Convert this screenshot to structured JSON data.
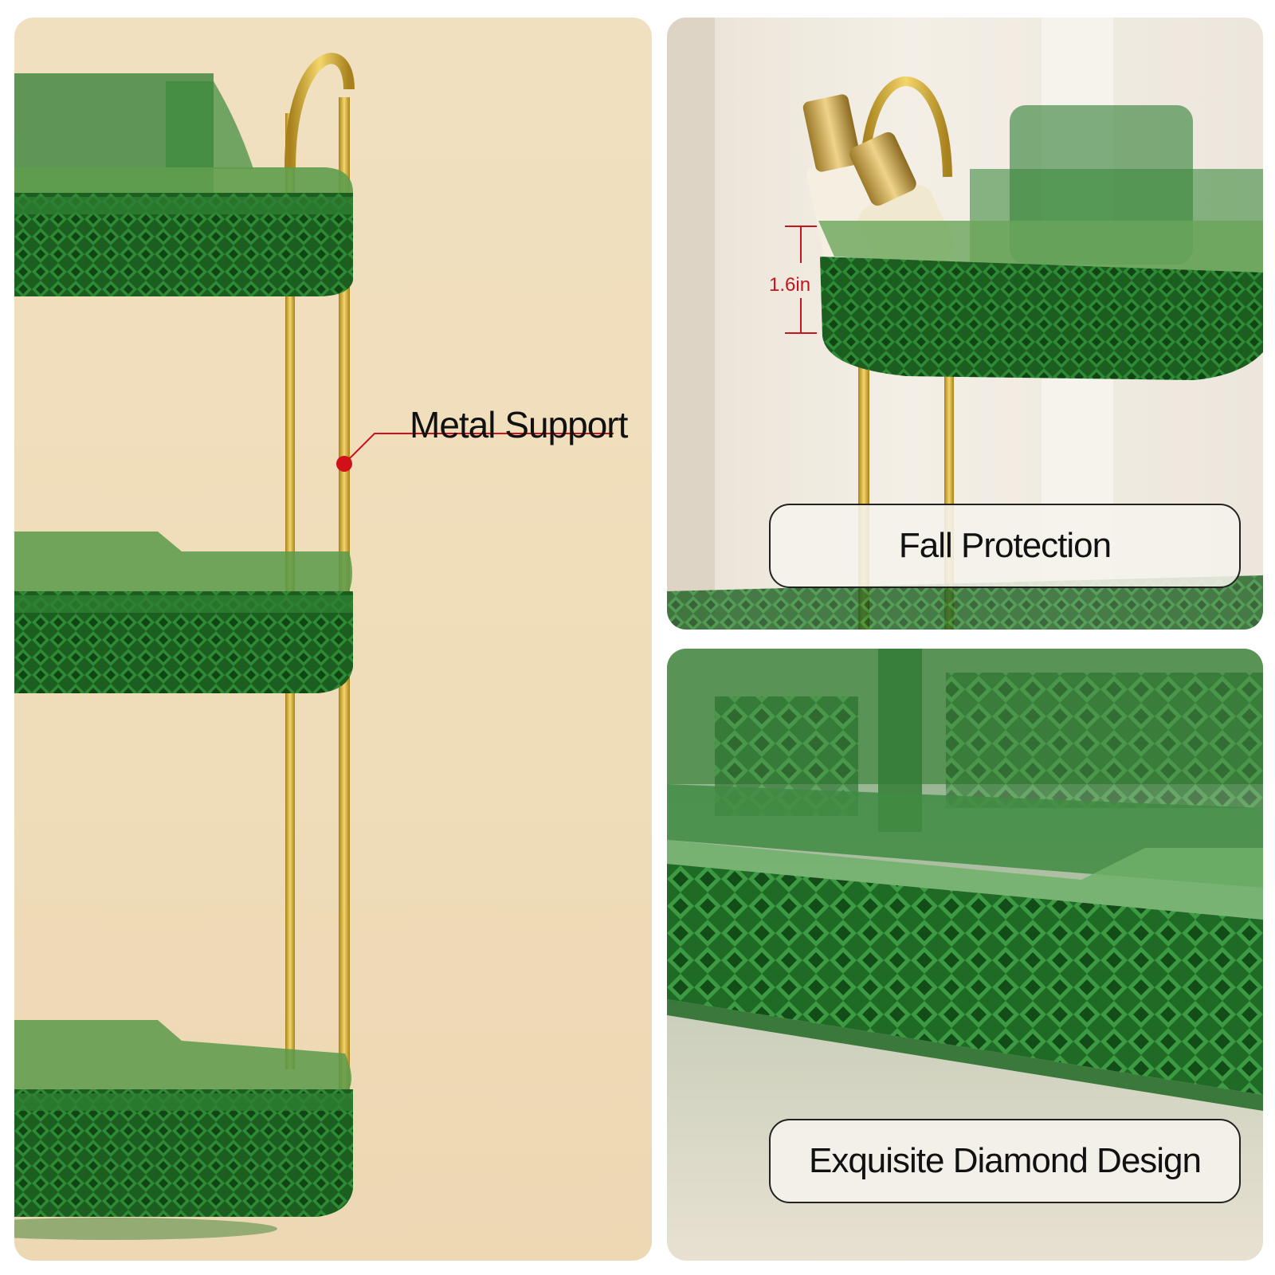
{
  "callouts": {
    "metal_support": "Metal Support",
    "height_dimension": "1.6in",
    "fall_protection": "Fall Protection",
    "diamond_design": "Exquisite Diamond Design"
  },
  "colors": {
    "tray_green": "#1f6b25",
    "tray_dark_green": "#0f4a14",
    "metal_gold": "#d8b23c",
    "callout_red": "#d0111a",
    "background_beige": "#f0dfbd"
  }
}
